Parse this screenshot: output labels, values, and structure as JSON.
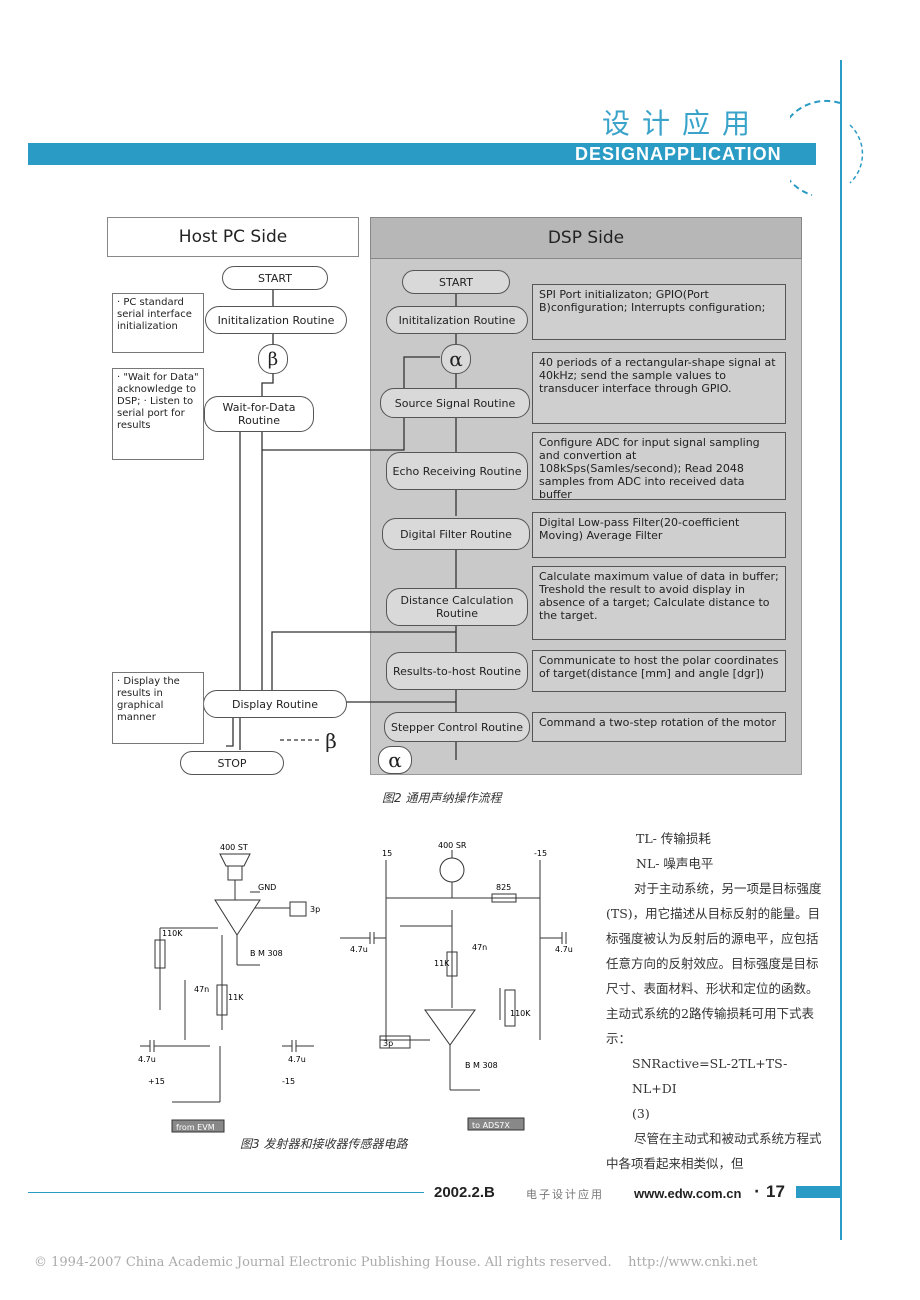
{
  "header": {
    "section_cn": "设计应用",
    "section_en": "DESIGNAPPLICATION"
  },
  "figure2": {
    "host_header": "Host PC Side",
    "dsp_header": "DSP Side",
    "host": {
      "start": "START",
      "init": "Inititalization Routine",
      "beta": "β",
      "wait": "Wait-for-Data Routine",
      "display": "Display Routine",
      "stop": "STOP",
      "beta2": "β"
    },
    "host_notes": [
      "· PC standard serial interface initialization",
      "· \"Wait for Data\" acknowledge to DSP; · Listen to serial port for results",
      "· Display the results in graphical manner"
    ],
    "dsp": {
      "start": "START",
      "alpha": "α",
      "alpha2": "α",
      "routines": [
        "Inititalization Routine",
        "Source Signal Routine",
        "Echo Receiving Routine",
        "Digital Filter Routine",
        "Distance Calculation Routine",
        "Results-to-host Routine",
        "Stepper Control Routine"
      ],
      "descriptions": [
        "SPI Port initializaton; GPIO(Port B)configuration; Interrupts configuration;",
        "40 periods of a rectangular-shape signal at 40kHz; send the sample values to transducer interface through GPIO.",
        "Configure ADC for input signal sampling and convertion at 108kSps(Samles/second); Read 2048 samples from ADC into received data buffer",
        "Digital Low-pass Filter(20-coefficient Moving) Average Filter",
        "Calculate maximum value of data in buffer; Treshold the result to avoid display in absence of a target; Calculate distance to the target.",
        "Communicate to host the polar coordinates of target(distance [mm] and angle [dgr])",
        "Command a two-step rotation of the motor"
      ]
    },
    "caption": "图2 通用声纳操作流程"
  },
  "figure3": {
    "caption": "图3 发射器和接收器传感器电路",
    "labels": {
      "st": "400 ST",
      "sr": "400 SR",
      "gnd": "GND",
      "bm1": "B M 308",
      "bm2": "B M 308",
      "r110k": "110K",
      "r11k": "11K",
      "r11k2": "11K",
      "r110k2": "110K",
      "r825": "825",
      "c3p": "3p",
      "c3p2": "3p",
      "c47": "47n",
      "c47b": "47n",
      "c47u": "4.7u",
      "c47u2": "4.7u",
      "c47u3": "4.7u",
      "c47u4": "4.7u",
      "v15": "15",
      "vm15": "-15",
      "p15": "+15",
      "m15": "-15",
      "from": "from EVM",
      "to": "to ADS7X"
    }
  },
  "body_text": [
    "TL- 传输损耗",
    "NL- 噪声电平",
    "对于主动系统，另一项是目标强度(TS)，用它描述从目标反射的能量。目标强度被认为反射后的源电平，应包括任意方向的反射效应。目标强度是目标尺寸、表面材料、形状和定位的函数。主动式系统的2路传输损耗可用下式表示：",
    "SNRactive=SL-2TL+TS-NL+DI",
    "(3)",
    "尽管在主动式和被动式系统方程式中各项看起来相类似，但"
  ],
  "footer": {
    "issue": "2002.2.B",
    "garble": "电子设计应用",
    "url": "www.edw.com.cn",
    "sep": "·",
    "page": "17"
  },
  "copyright": "© 1994-2007 China Academic Journal Electronic Publishing House. All rights reserved.    http://www.cnki.net"
}
